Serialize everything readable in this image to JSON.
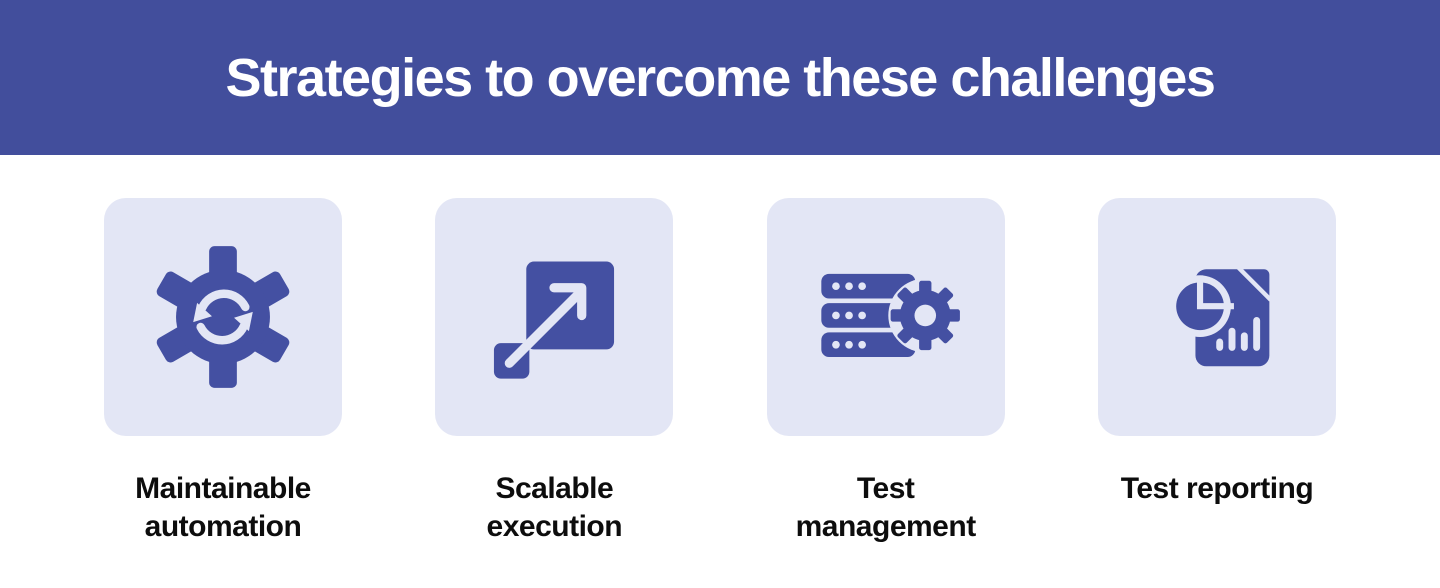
{
  "header": {
    "title": "Strategies to overcome these challenges"
  },
  "cards": [
    {
      "label": "Maintainable automation",
      "icon": "gear-sync-icon"
    },
    {
      "label": "Scalable execution",
      "icon": "scale-expand-icon"
    },
    {
      "label": "Test management",
      "icon": "server-gear-icon"
    },
    {
      "label": "Test reporting",
      "icon": "report-document-icon"
    }
  ],
  "colors": {
    "banner_bg": "#424E9C",
    "title_text": "#FFFFFF",
    "card_bg": "#E3E6F5",
    "icon_fill": "#4450A2",
    "label_text": "#0D0D0D",
    "page_bg": "#FFFFFF"
  }
}
